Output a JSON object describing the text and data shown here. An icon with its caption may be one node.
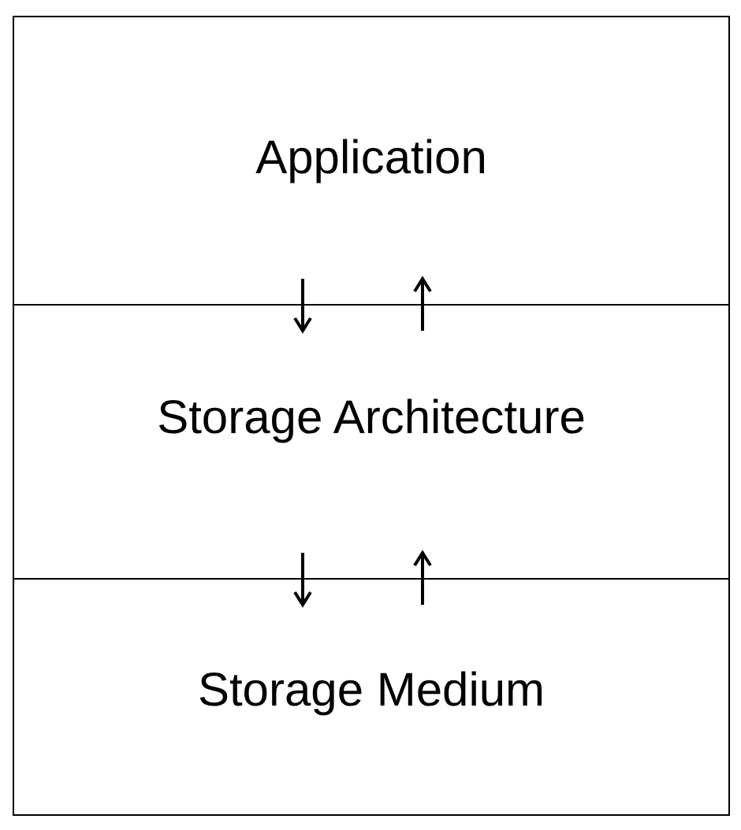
{
  "diagram": {
    "nodes": [
      {
        "text": [
          "Application"
        ]
      },
      {
        "text": [
          "Storage Architecture"
        ]
      },
      {
        "text": [
          "Storage Medium"
        ]
      }
    ],
    "edges": [
      {
        "from": 0,
        "to": 1,
        "arrow": "to"
      },
      {
        "from": 1,
        "to": 0,
        "arrow": "to"
      },
      {
        "from": 1,
        "to": 2,
        "arrow": "to"
      },
      {
        "from": 2,
        "to": 1,
        "arrow": "to"
      }
    ]
  }
}
